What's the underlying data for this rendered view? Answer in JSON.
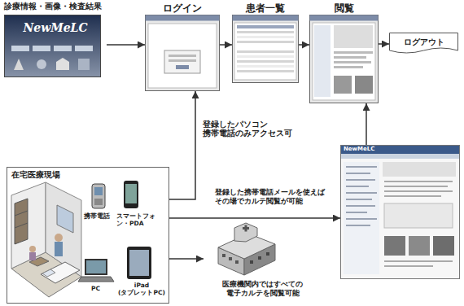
{
  "diagram": {
    "nodes": [
      {
        "text": [
          "診療情報・画像・検査結果",
          "NewMeLC"
        ]
      },
      {
        "text": [
          "ログイン"
        ]
      },
      {
        "text": [
          "患者一覧"
        ]
      },
      {
        "text": [
          "閲覧"
        ]
      },
      {
        "text": [
          "ログアウト"
        ]
      },
      {
        "text": [
          "在宅医療現場"
        ]
      },
      {
        "text": [
          "医療機関内ではすべての 電子カルテを閲覧可能"
        ]
      },
      {
        "text": [
          "NewMeLC"
        ]
      }
    ],
    "edges": [
      {
        "from": 0,
        "to": 1,
        "arrow": "to"
      },
      {
        "from": 1,
        "to": 2,
        "arrow": "to"
      },
      {
        "from": 2,
        "to": 3,
        "arrow": "to"
      },
      {
        "from": 3,
        "to": 4,
        "arrow": "to"
      },
      {
        "from": 5,
        "to": 1,
        "label": "登録したパソコン 携帯電話のみアクセス可",
        "arrow": "to"
      },
      {
        "from": 5,
        "to": 7,
        "label": "登録した携帯電話メールを使えば その場でカルテ閲覧が可能",
        "arrow": "to"
      },
      {
        "from": 7,
        "to": 3,
        "arrow": "to"
      },
      {
        "from": 5,
        "to": 6,
        "arrow": "to"
      }
    ],
    "labels": [
      "携帯電話",
      "スマートフォン・PDA",
      "PC",
      "iPad (タブレットPC)"
    ]
  }
}
